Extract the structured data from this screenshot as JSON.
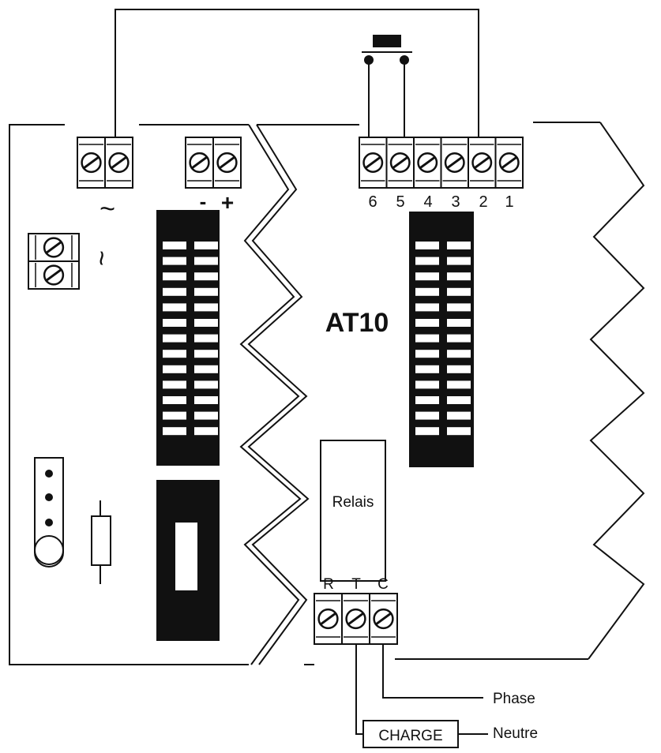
{
  "diagram": {
    "model": "AT10",
    "relay_label": "Relais",
    "top_terminal_numbers": [
      "6",
      "5",
      "4",
      "3",
      "2",
      "1"
    ],
    "ac_symbol_top": "~",
    "ac_symbol_side": "~",
    "dc_minus": "-",
    "dc_plus": "+",
    "relay_terminals": [
      "R",
      "T",
      "C"
    ],
    "charge_label": "CHARGE",
    "phase_label": "Phase",
    "neutre_label": "Neutre"
  }
}
